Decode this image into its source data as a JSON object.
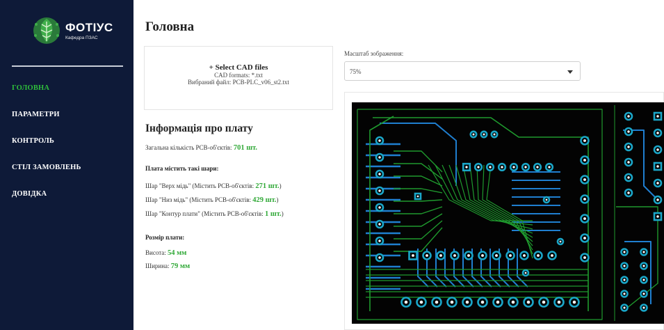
{
  "sidebar": {
    "logo_title": "ФОТІУС",
    "logo_subtitle": "Кафедра ПЗАС",
    "nav": [
      {
        "label": "ГОЛОВНА",
        "active": true
      },
      {
        "label": "ПАРАМЕТРИ",
        "active": false
      },
      {
        "label": "КОНТРОЛЬ",
        "active": false
      },
      {
        "label": "СТІЛ ЗАМОВЛЕНЬ",
        "active": false
      },
      {
        "label": "ДОВІДКА",
        "active": false
      }
    ]
  },
  "page": {
    "title": "Головна"
  },
  "upload": {
    "button_label": "+ Select CAD files",
    "formats": "CAD formats: *.txt",
    "selected_file": "Вибраний файл: PCB-PLC_v06_st2.txt"
  },
  "board_info": {
    "title": "Інформація про плату",
    "total_label": "Загальна кількість PCB-об'єктів:",
    "total_value": "701 шт.",
    "layers_heading": "Плата містить такі шари:",
    "layers": [
      {
        "prefix": "Шар \"Верх мідь\" (Містить PCB-об'єктів:",
        "value": "271 шт.",
        "suffix": ")"
      },
      {
        "prefix": "Шар \"Низ мідь\" (Містить PCB-об'єктів:",
        "value": "429 шт.",
        "suffix": ")"
      },
      {
        "prefix": "Шар \"Контур плати\" (Містить PCB-об'єктів:",
        "value": "1 шт.",
        "suffix": ")"
      }
    ],
    "size_heading": "Розмір плати:",
    "height_label": "Висота:",
    "height_value": "54 мм",
    "width_label": "Ширина:",
    "width_value": "79 мм"
  },
  "scale": {
    "label": "Масштаб зображення:",
    "value": "75%"
  },
  "colors": {
    "sidebar_bg": "#0e1a38",
    "accent_green": "#2fa836",
    "pcb_background": "#030303",
    "pcb_top_copper": "#1f9a2e",
    "pcb_bottom_copper": "#1f7fd0",
    "pcb_pads": "#1aa6c8"
  }
}
